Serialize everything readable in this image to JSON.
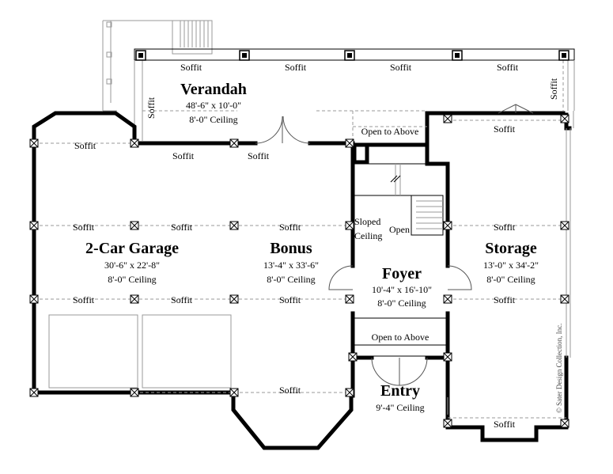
{
  "rooms": {
    "verandah": {
      "name": "Verandah",
      "size": "48'-6\" x 10'-0\"",
      "ceiling": "8'-0\" Ceiling"
    },
    "garage": {
      "name": "2-Car Garage",
      "size": "30'-6\" x 22'-8\"",
      "ceiling": "8'-0\" Ceiling"
    },
    "bonus": {
      "name": "Bonus",
      "size": "13'-4\" x 33'-6\"",
      "ceiling": "8'-0\" Ceiling"
    },
    "foyer": {
      "name": "Foyer",
      "size": "10'-4\" x 16'-10\"",
      "ceiling": "8'-0\" Ceiling"
    },
    "storage": {
      "name": "Storage",
      "size": "13'-0\" x 34'-2\"",
      "ceiling": "8'-0\" Ceiling"
    },
    "entry": {
      "name": "Entry",
      "ceiling": "9'-4\" Ceiling"
    }
  },
  "labels": {
    "soffit": "Soffit",
    "open_to_above": "Open to Above",
    "sloped": "Sloped",
    "ceiling": "Ceiling",
    "open": "Open"
  },
  "copyright": "© Sater Design Collection, Inc."
}
